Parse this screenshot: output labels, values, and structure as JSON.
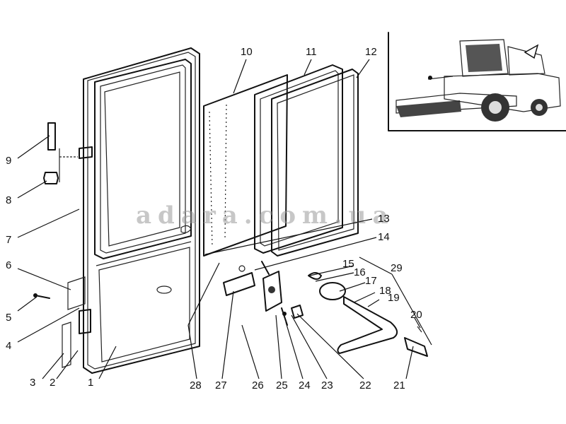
{
  "diagram": {
    "watermark": "adara.com.ua",
    "callouts": [
      "1",
      "2",
      "3",
      "4",
      "5",
      "6",
      "7",
      "8",
      "9",
      "10",
      "11",
      "12",
      "13",
      "14",
      "15",
      "16",
      "17",
      "18",
      "19",
      "20",
      "21",
      "22",
      "23",
      "24",
      "25",
      "26",
      "27",
      "28",
      "29"
    ]
  },
  "inset": {
    "subject": "combine-harvester-cab-location"
  }
}
